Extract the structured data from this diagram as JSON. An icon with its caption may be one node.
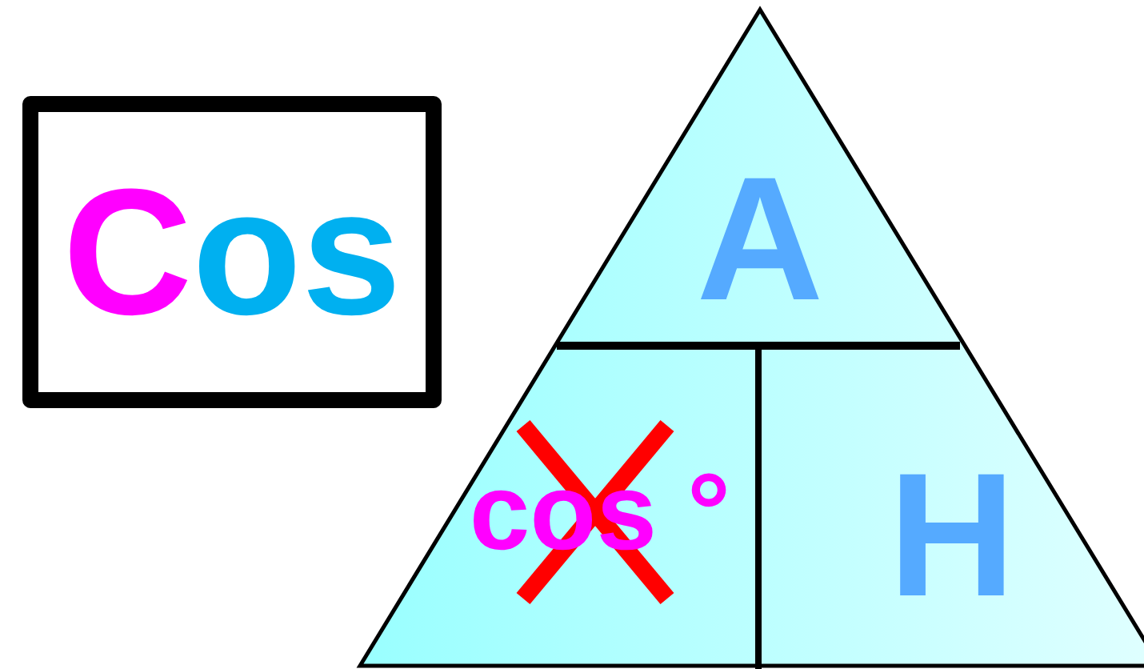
{
  "diagram": {
    "nodes": [
      {
        "text": [
          "Cos"
        ]
      },
      {
        "text": [],
        "shape": "triangle"
      },
      {
        "text": [
          "A"
        ],
        "in": 1
      },
      {
        "text": [
          "cos °"
        ],
        "in": 1
      },
      {
        "text": [
          "H"
        ],
        "in": 1
      }
    ],
    "edges": []
  }
}
